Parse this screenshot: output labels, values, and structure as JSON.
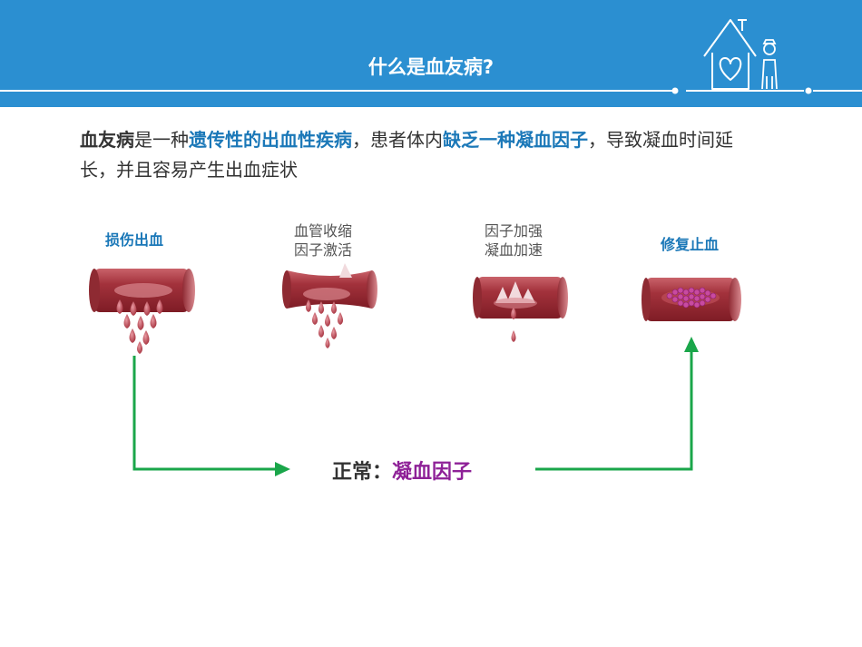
{
  "header": {
    "title": "什么是血友病?",
    "bg_color": "#2b8fd1",
    "icons": [
      "house-heart-icon",
      "nurse-icon"
    ]
  },
  "intro": {
    "term": "血友病",
    "text_1": "是一种",
    "highlight_1": "遗传性的出血性疾病",
    "text_2": "，患者体内",
    "highlight_2": "缺乏一种凝血因子",
    "text_3": "，导致凝血时间延长，并且容易产生出血症状",
    "highlight_color": "#1b78b8"
  },
  "stages": [
    {
      "line1": "损伤出血",
      "line2": ""
    },
    {
      "line1": "血管收缩",
      "line2": "因子激活"
    },
    {
      "line1": "因子加强",
      "line2": "凝血加速"
    },
    {
      "line1": "修复止血",
      "line2": ""
    }
  ],
  "normal": {
    "prefix": "正常：",
    "factor": "凝血因子",
    "factor_color": "#8e2197",
    "arrow_color": "#1aa64a"
  }
}
